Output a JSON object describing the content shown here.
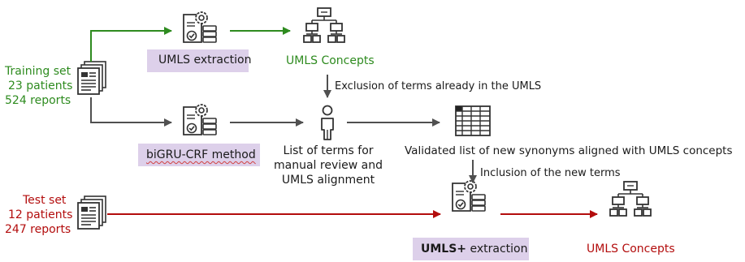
{
  "colors": {
    "training": "#2e8b1f",
    "test": "#b30d0d",
    "neutral": "#505050",
    "method_box": "#ddd0ea"
  },
  "icons": {
    "document_stack": "document-stack-icon",
    "extraction_process": "gear-document-process-icon",
    "concept_hierarchy": "hierarchy-tree-icon",
    "reviewer": "person-icon",
    "table": "table-icon"
  },
  "training": {
    "line1": "Training set",
    "line2": "23 patients",
    "line3": "524 reports"
  },
  "test": {
    "line1": "Test set",
    "line2": "12 patients",
    "line3": "247 reports"
  },
  "umls_extraction": {
    "label": "UMLS extraction"
  },
  "bigru": {
    "label": "biGRU-CRF method"
  },
  "umls_concepts_top": {
    "label": "UMLS Concepts"
  },
  "exclusion": {
    "label": "Exclusion of  terms already in the UMLS"
  },
  "review": {
    "line1": "List of terms for",
    "line2": "manual review and",
    "line3": "UMLS alignment"
  },
  "validated": {
    "label": "Validated list of new synonyms aligned with UMLS concepts"
  },
  "inclusion": {
    "label": "Inclusion of the new terms"
  },
  "umls_plus": {
    "bold": "UMLS+",
    "rest": " extraction"
  },
  "umls_concepts_bottom": {
    "label": "UMLS Concepts"
  }
}
